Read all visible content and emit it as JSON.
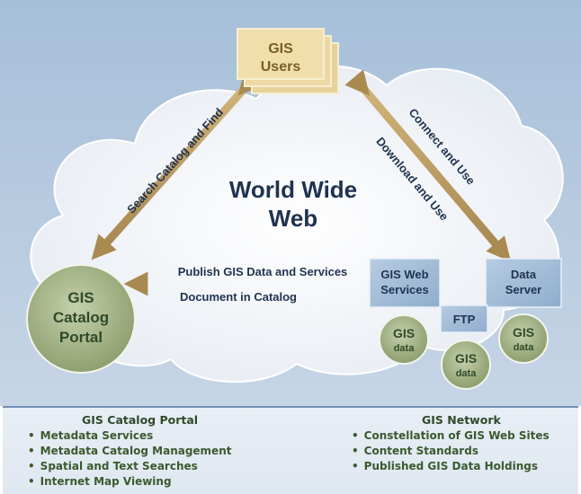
{
  "diagram": {
    "center_title_line1": "World Wide",
    "center_title_line2": "Web",
    "users_line1": "GIS",
    "users_line2": "Users",
    "portal_line1": "GIS",
    "portal_line2": "Catalog",
    "portal_line3": "Portal",
    "web_services_line1": "GIS Web",
    "web_services_line2": "Services",
    "data_server_line1": "Data",
    "data_server_line2": "Server",
    "ftp": "FTP",
    "gis_data_line1": "GIS",
    "gis_data_line2": "data",
    "arrow_left_label": "Search Catalog and Find",
    "arrow_right_label1": "Connect and Use",
    "arrow_right_label2": "Download and Use",
    "arrow_bottom_label1": "Publish GIS Data and Services",
    "arrow_bottom_label2": "Document in Catalog"
  },
  "footer": {
    "portal": {
      "title": "GIS Catalog Portal",
      "items": [
        "Metadata Services",
        "Metadata Catalog Management",
        "Spatial and Text Searches",
        "Internet Map Viewing"
      ]
    },
    "network": {
      "title": "GIS Network",
      "items": [
        "Constellation of GIS Web Sites",
        "Content Standards",
        "Published GIS Data Holdings"
      ]
    }
  },
  "colors": {
    "sky": "#b7cbe0",
    "cloud": "#eef1f6",
    "arrow": "#b99a5c",
    "box_blue": "#9fbbd6",
    "green_disc": "#a9b98d",
    "text_navy": "#1f3350",
    "text_green": "#2f4a2a"
  }
}
